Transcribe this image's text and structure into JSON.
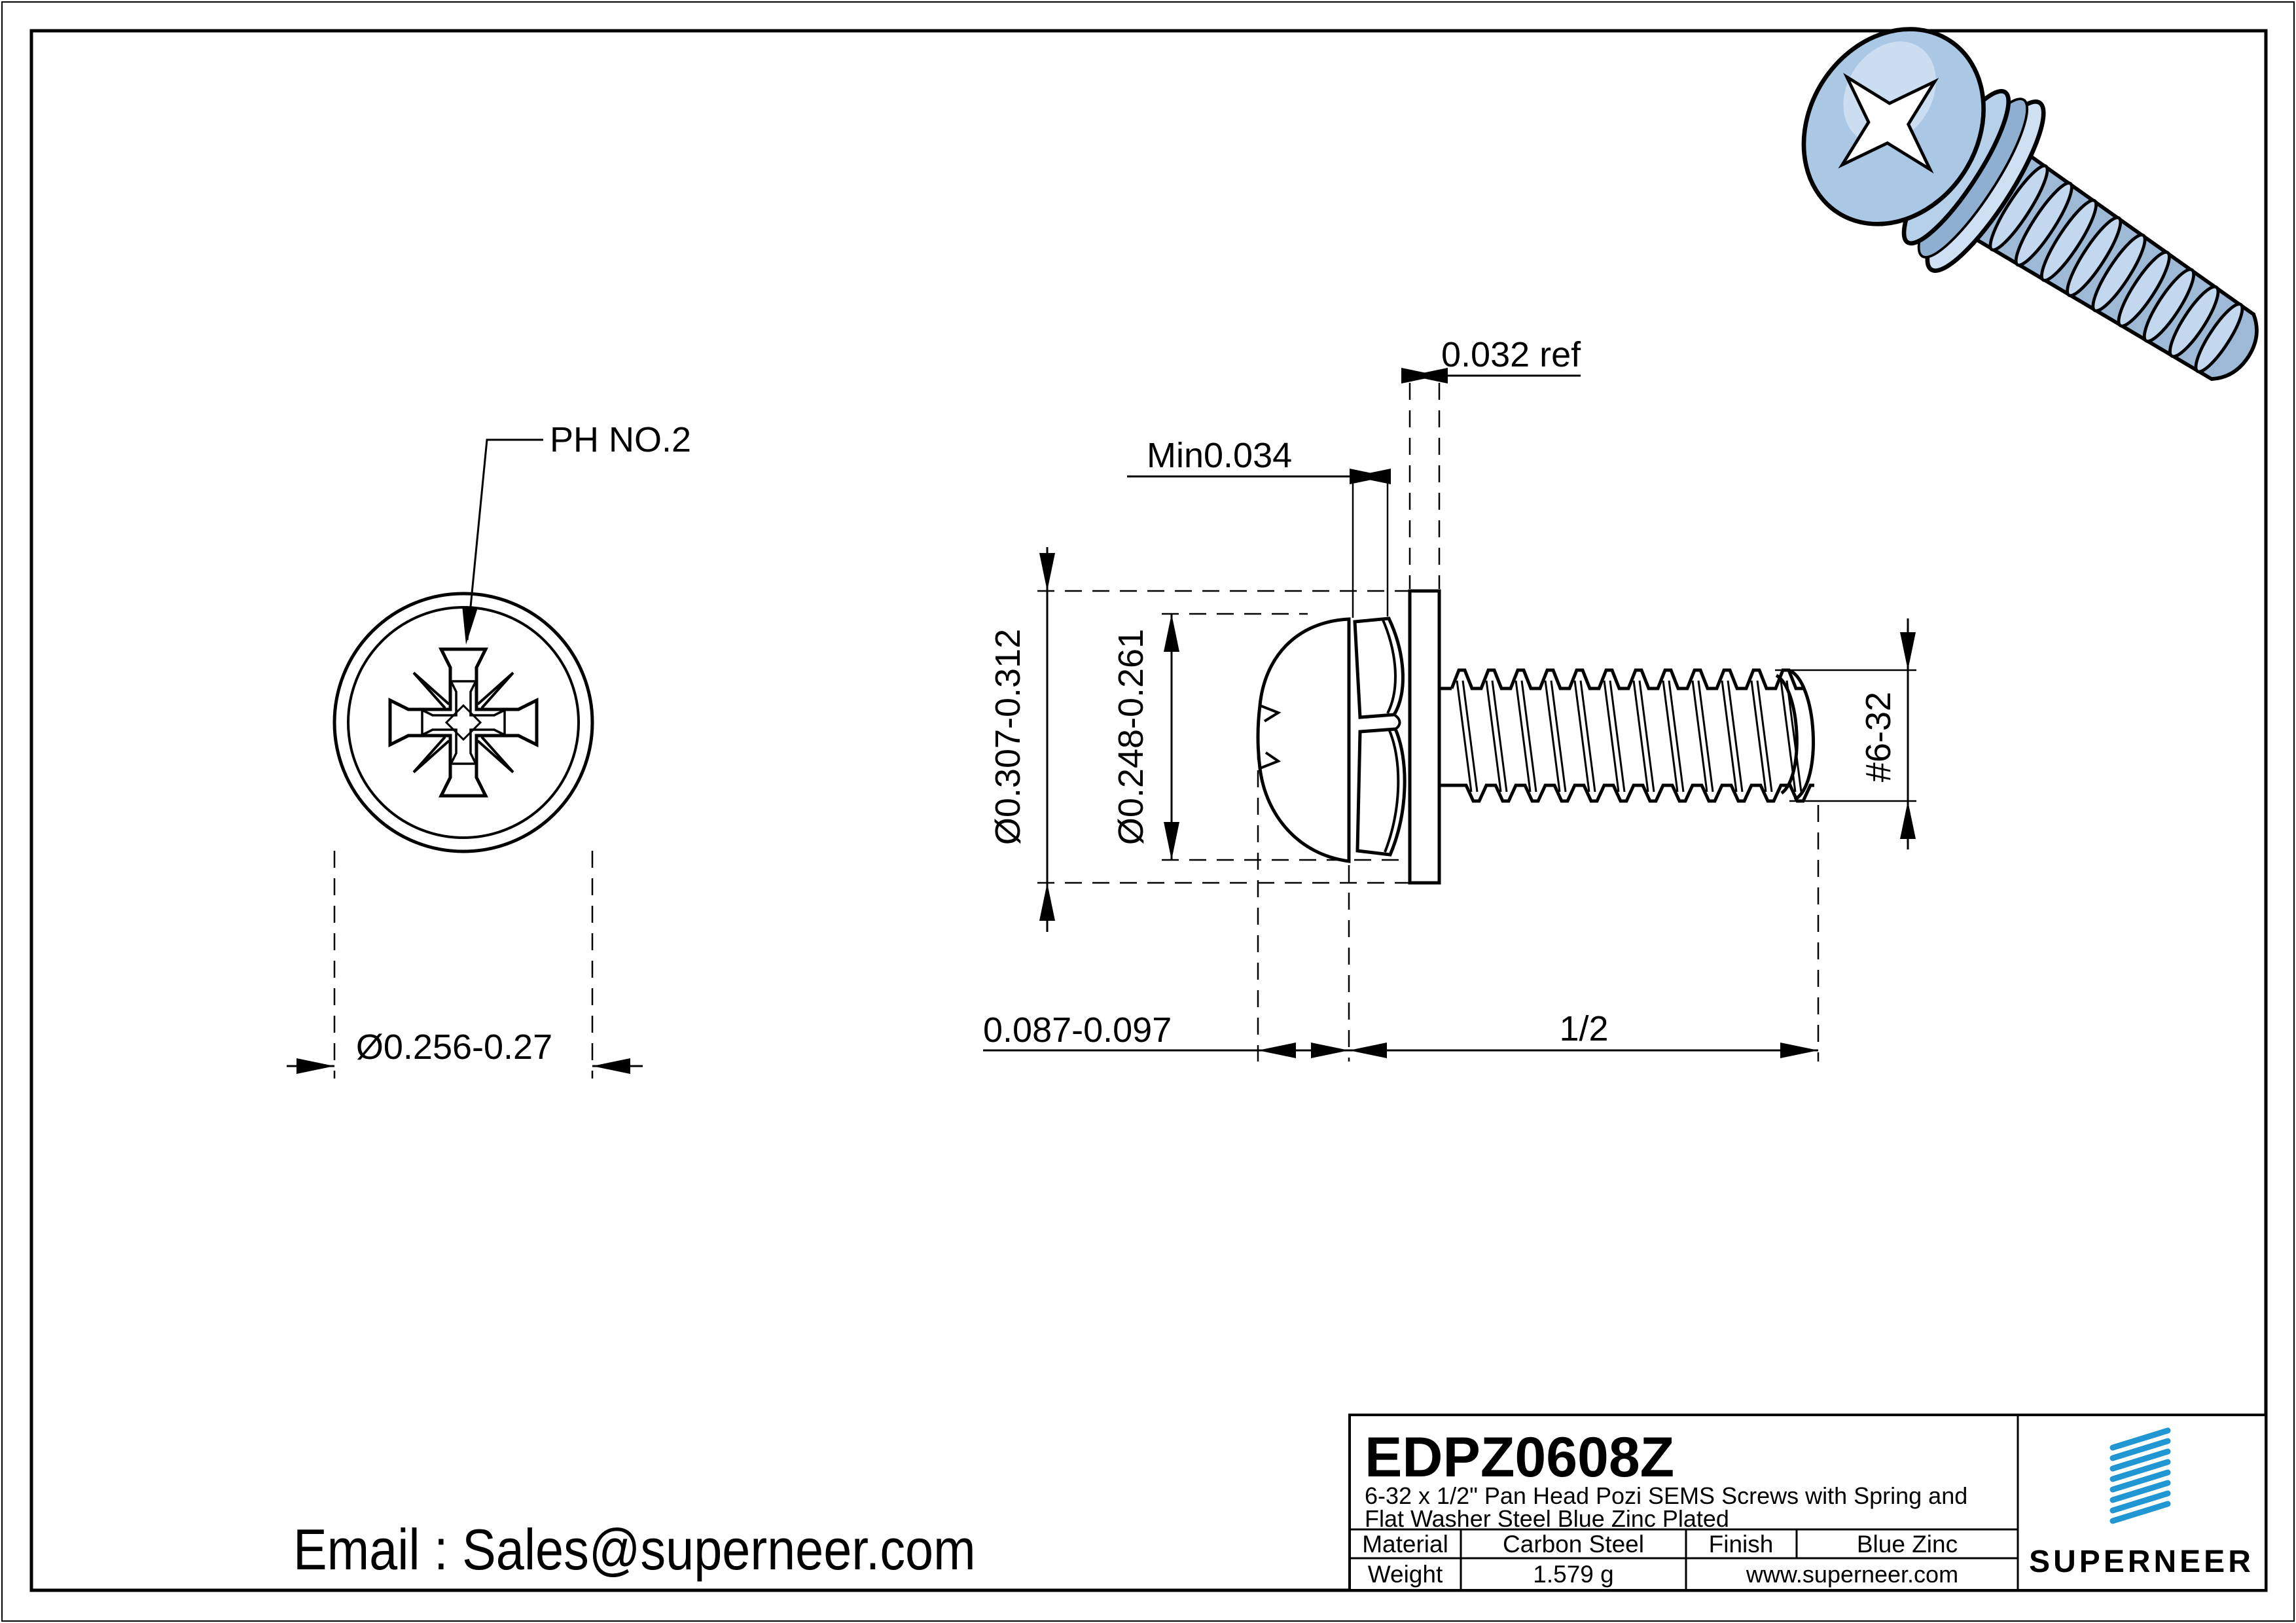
{
  "drawing": {
    "front_view": {
      "recess_label": "PH NO.2",
      "head_diameter": "Ø0.256-0.27"
    },
    "side_view": {
      "flat_washer_thickness": "0.032 ref",
      "spring_washer_thickness": "Min0.034",
      "flat_washer_od": "Ø0.307-0.312",
      "head_od": "Ø0.248-0.261",
      "head_height": "0.087-0.097",
      "screw_length": "1/2",
      "thread_spec": "#6-32"
    },
    "email": "Email : Sales@superneer.com"
  },
  "title_block": {
    "part_number": "EDPZ0608Z",
    "description_line1": "6-32 x 1/2\" Pan Head Pozi SEMS Screws with Spring and",
    "description_line2": "Flat Washer Steel Blue Zinc Plated",
    "material_label": "Material",
    "material_value": "Carbon Steel",
    "finish_label": "Finish",
    "finish_value": "Blue Zinc",
    "weight_label": "Weight",
    "weight_value": "1.579 g",
    "website": "www.superneer.com",
    "brand": "SUPERNEER"
  },
  "colors": {
    "line": "#000000",
    "brand_blue": "#2097d3",
    "link_blue": "#1a75d2",
    "screw_body": "#a9c6e4",
    "screw_shadow": "#7d9cc0",
    "screw_light": "#cfe0f2"
  }
}
